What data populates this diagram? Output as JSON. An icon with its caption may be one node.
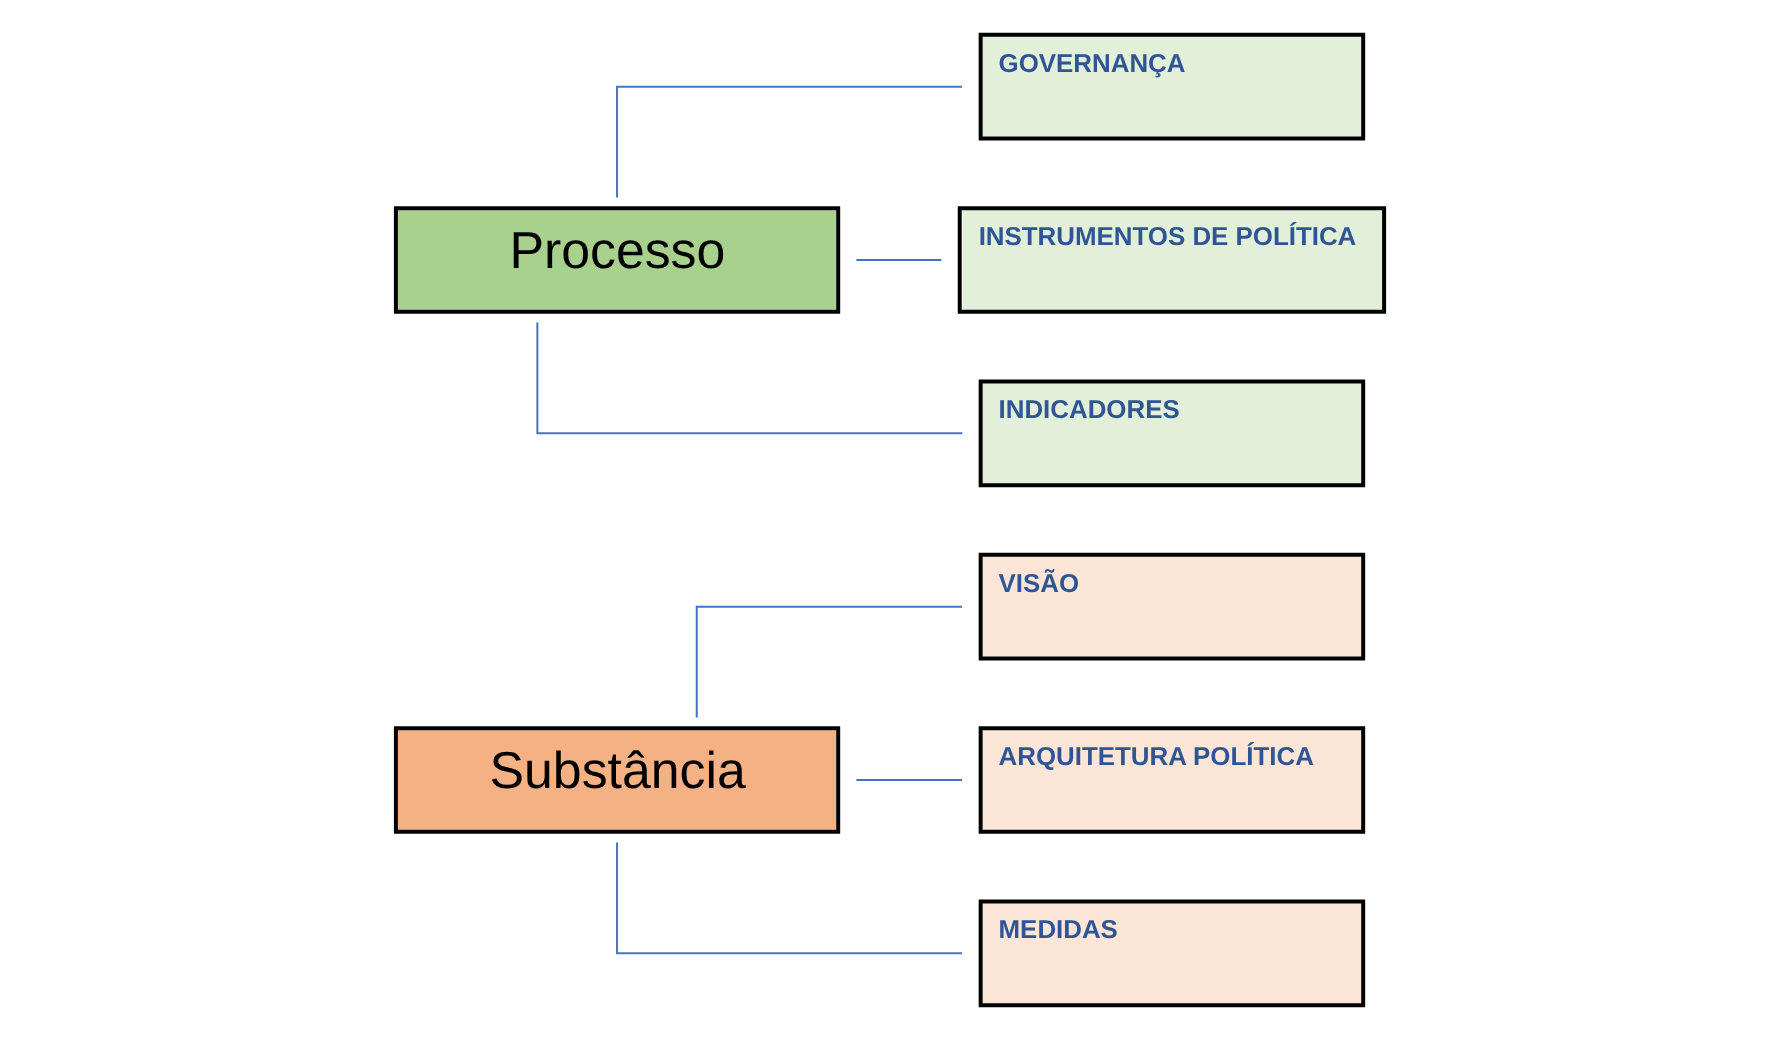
{
  "diagram": {
    "nodes": [
      {
        "text": [
          "Substância"
        ]
      },
      {
        "text": [
          "VISÃO"
        ]
      },
      {
        "text": [
          "ARQUITETURA POLÍTICA"
        ]
      },
      {
        "text": [
          "MEDIDAS"
        ]
      },
      {
        "text": [
          "Processo"
        ]
      },
      {
        "text": [
          "GOVERNANÇA"
        ]
      },
      {
        "text": [
          "INSTRUMENTOS DE POLÍTICA"
        ]
      },
      {
        "text": [
          "INDICADORES"
        ]
      }
    ],
    "edges": [
      {
        "from": 0,
        "to": 1,
        "arrow": "none"
      },
      {
        "from": 0,
        "to": 2,
        "arrow": "none"
      },
      {
        "from": 0,
        "to": 3,
        "arrow": "none"
      },
      {
        "from": 4,
        "to": 5,
        "arrow": "none"
      },
      {
        "from": 4,
        "to": 6,
        "arrow": "none"
      },
      {
        "from": 4,
        "to": 7,
        "arrow": "none"
      }
    ]
  }
}
